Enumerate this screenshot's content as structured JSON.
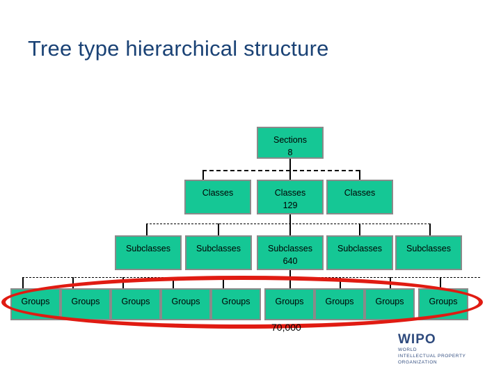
{
  "slide": {
    "title": "Tree type hierarchical structure",
    "background_color": "#ffffff",
    "title_color": "#1a4275"
  },
  "diagram": {
    "node_fill_color": "#15c795",
    "node_border_color": "#8a8a8a",
    "connector_color": "#000000",
    "highlight_color": "#e01b12",
    "levels": [
      {
        "name": "sections",
        "nodes": [
          {
            "label": "Sections",
            "count": "8"
          }
        ]
      },
      {
        "name": "classes",
        "nodes": [
          {
            "label": "Classes",
            "count": ""
          },
          {
            "label": "Classes",
            "count": "129"
          },
          {
            "label": "Classes",
            "count": ""
          }
        ]
      },
      {
        "name": "subclasses",
        "nodes": [
          {
            "label": "Subclasses",
            "count": ""
          },
          {
            "label": "Subclasses",
            "count": ""
          },
          {
            "label": "Subclasses",
            "count": "640"
          },
          {
            "label": "Subclasses",
            "count": ""
          },
          {
            "label": "Subclasses",
            "count": ""
          }
        ]
      },
      {
        "name": "groups",
        "nodes": [
          {
            "label": "Groups",
            "count": ""
          },
          {
            "label": "Groups",
            "count": ""
          },
          {
            "label": "Groups",
            "count": ""
          },
          {
            "label": "Groups",
            "count": ""
          },
          {
            "label": "Groups",
            "count": ""
          },
          {
            "label": "Groups",
            "count": ""
          },
          {
            "label": "Groups",
            "count": ""
          },
          {
            "label": "Groups",
            "count": ""
          },
          {
            "label": "Groups",
            "count": ""
          }
        ]
      }
    ],
    "groups_total": "70,000"
  },
  "logo": {
    "mark": "WIPO",
    "line1": "WORLD",
    "line2": "INTELLECTUAL PROPERTY",
    "line3": "ORGANIZATION"
  }
}
